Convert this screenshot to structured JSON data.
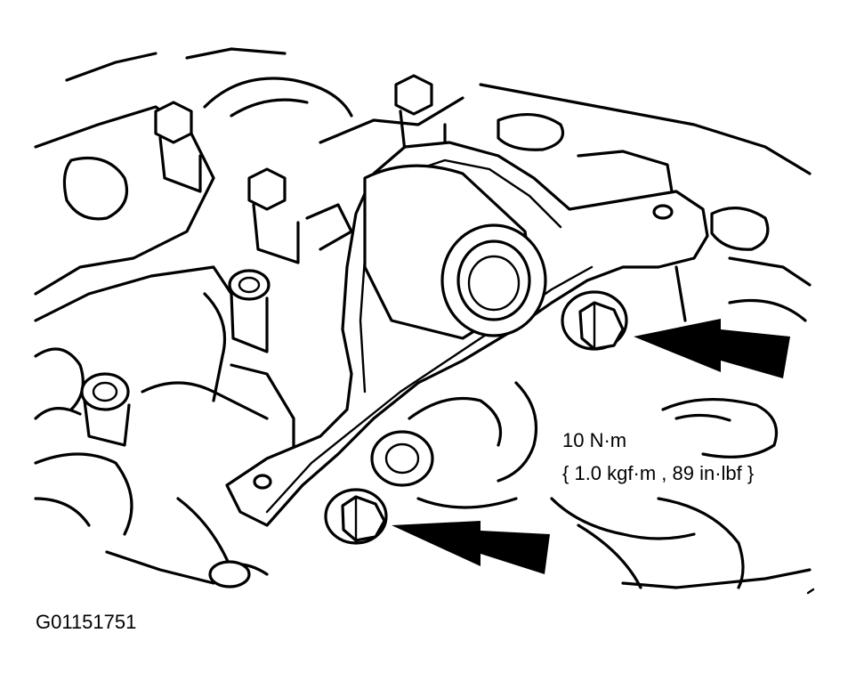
{
  "figure": {
    "id_code": "G01151751"
  },
  "callout": {
    "torque_line_1": "10 N·m",
    "torque_line_2": "{ 1.0 kgf·m , 89 in·lbf }"
  },
  "colors": {
    "ink": "#000000",
    "paper": "#ffffff"
  },
  "icons": {
    "arrow_upper": "arrow-left-icon",
    "arrow_lower": "arrow-left-icon"
  }
}
